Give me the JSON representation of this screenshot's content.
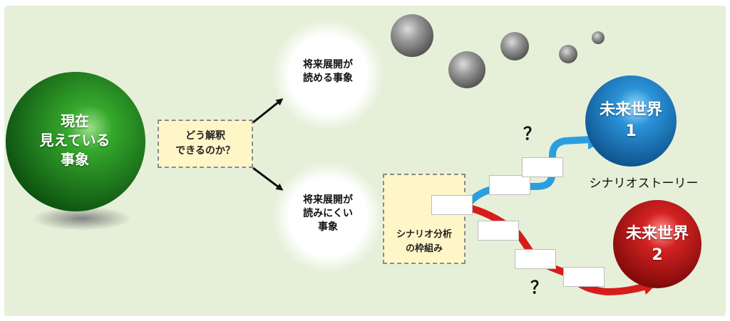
{
  "current": {
    "line1": "現在",
    "line2": "見えている",
    "line3": "事象"
  },
  "question_box": {
    "line1": "どう解釈",
    "line2": "できるのか？"
  },
  "readable": {
    "line1": "将来展開が",
    "line2": "読める事象"
  },
  "unreadable": {
    "line1": "将来展開が",
    "line2": "読みにくい",
    "line3": "事象"
  },
  "scenario_box": {
    "line1": "シナリオ分析",
    "line2": "の枠組み"
  },
  "future1": {
    "line1": "未来世界",
    "line2": "1"
  },
  "future2": {
    "line1": "未来世界",
    "line2": "2"
  },
  "question_mark_upper": "？",
  "question_mark_lower": "？",
  "story_label": "シナリオストーリー",
  "colors": {
    "background": "#e6f0d9",
    "green_sphere": "#1e8a24",
    "blue_sphere": "#1d7ec8",
    "red_sphere": "#c8181a",
    "blue_path": "#2c9ee0",
    "red_path": "#d81c1c",
    "note_fill": "#fff6c8"
  }
}
